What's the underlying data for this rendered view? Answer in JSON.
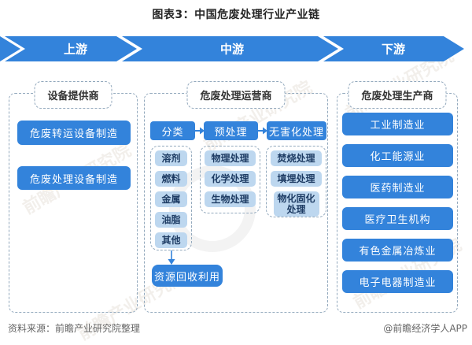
{
  "title": "图表3：中国危废处理行业产业链",
  "banner": {
    "segments": [
      "上游",
      "中游",
      "下游"
    ]
  },
  "columns": {
    "upstream": {
      "header": "设备提供商",
      "items": [
        "危废转运设备制造",
        "危废处理设备制造"
      ]
    },
    "midstream": {
      "header": "危废处理运营商",
      "steps": [
        "分类",
        "预处理",
        "无害化处理"
      ],
      "classification_items": [
        "溶剂",
        "燃料",
        "金属",
        "油脂",
        "其他"
      ],
      "pretreatment_items": [
        "物理处理",
        "化学处理",
        "生物处理"
      ],
      "harmless_items": [
        "焚烧处理",
        "填埋处理",
        "物化固化处理"
      ],
      "recycle_label": "资源回收利用"
    },
    "downstream": {
      "header": "危废处理生产商",
      "items": [
        "工业制造业",
        "化工能源业",
        "医药制造业",
        "医疗卫生机构",
        "有色金属冶炼业",
        "电子电器制造业"
      ]
    }
  },
  "footer": {
    "source": "资料来源：前瞻产业研究院整理",
    "credit": "@前瞻经济学人APP"
  },
  "watermark": {
    "text": "前瞻产业研究院"
  },
  "colors": {
    "primary_blue": "#3383db",
    "light_pill_blue": "#bdd7ef",
    "pill_text_navy": "#1e3c64",
    "dashed_border": "#93a9bd",
    "title_text": "#262626",
    "footer_text": "#666666"
  }
}
